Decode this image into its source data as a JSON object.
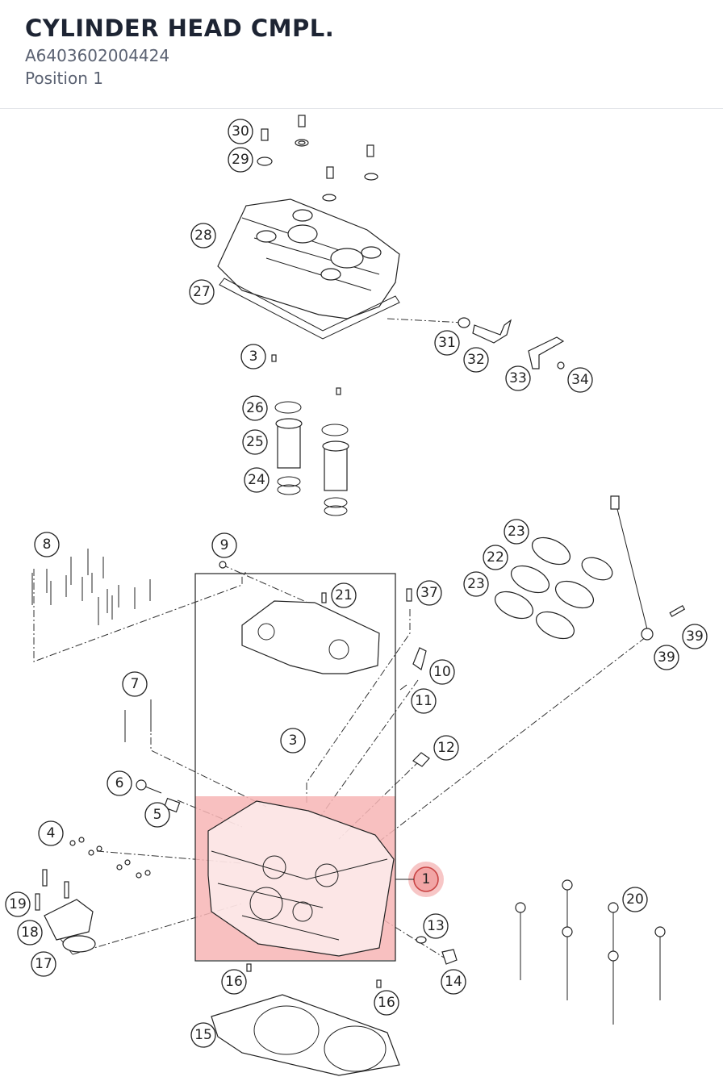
{
  "header": {
    "title": "CYLINDER HEAD CMPL.",
    "part_number": "A6403602004424",
    "position": "Position 1"
  },
  "diagram": {
    "highlight_color": "#f7b5b5",
    "selected_callout": "1",
    "callouts": [
      "30",
      "29",
      "28",
      "27",
      "3",
      "31",
      "32",
      "33",
      "34",
      "26",
      "25",
      "24",
      "8",
      "9",
      "21",
      "37",
      "23",
      "22",
      "23",
      "39",
      "39",
      "7",
      "10",
      "11",
      "3",
      "12",
      "6",
      "5",
      "4",
      "1",
      "20",
      "19",
      "13",
      "18",
      "17",
      "14",
      "16",
      "16",
      "15"
    ]
  }
}
